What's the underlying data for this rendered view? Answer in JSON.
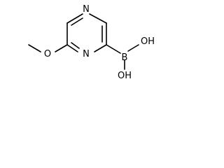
{
  "molecule": {
    "atoms": {
      "n_top": "N",
      "n_ring": "N",
      "o_methoxy": "O",
      "b_boron": "B",
      "oh_upper": "OH",
      "oh_lower": "OH"
    }
  }
}
